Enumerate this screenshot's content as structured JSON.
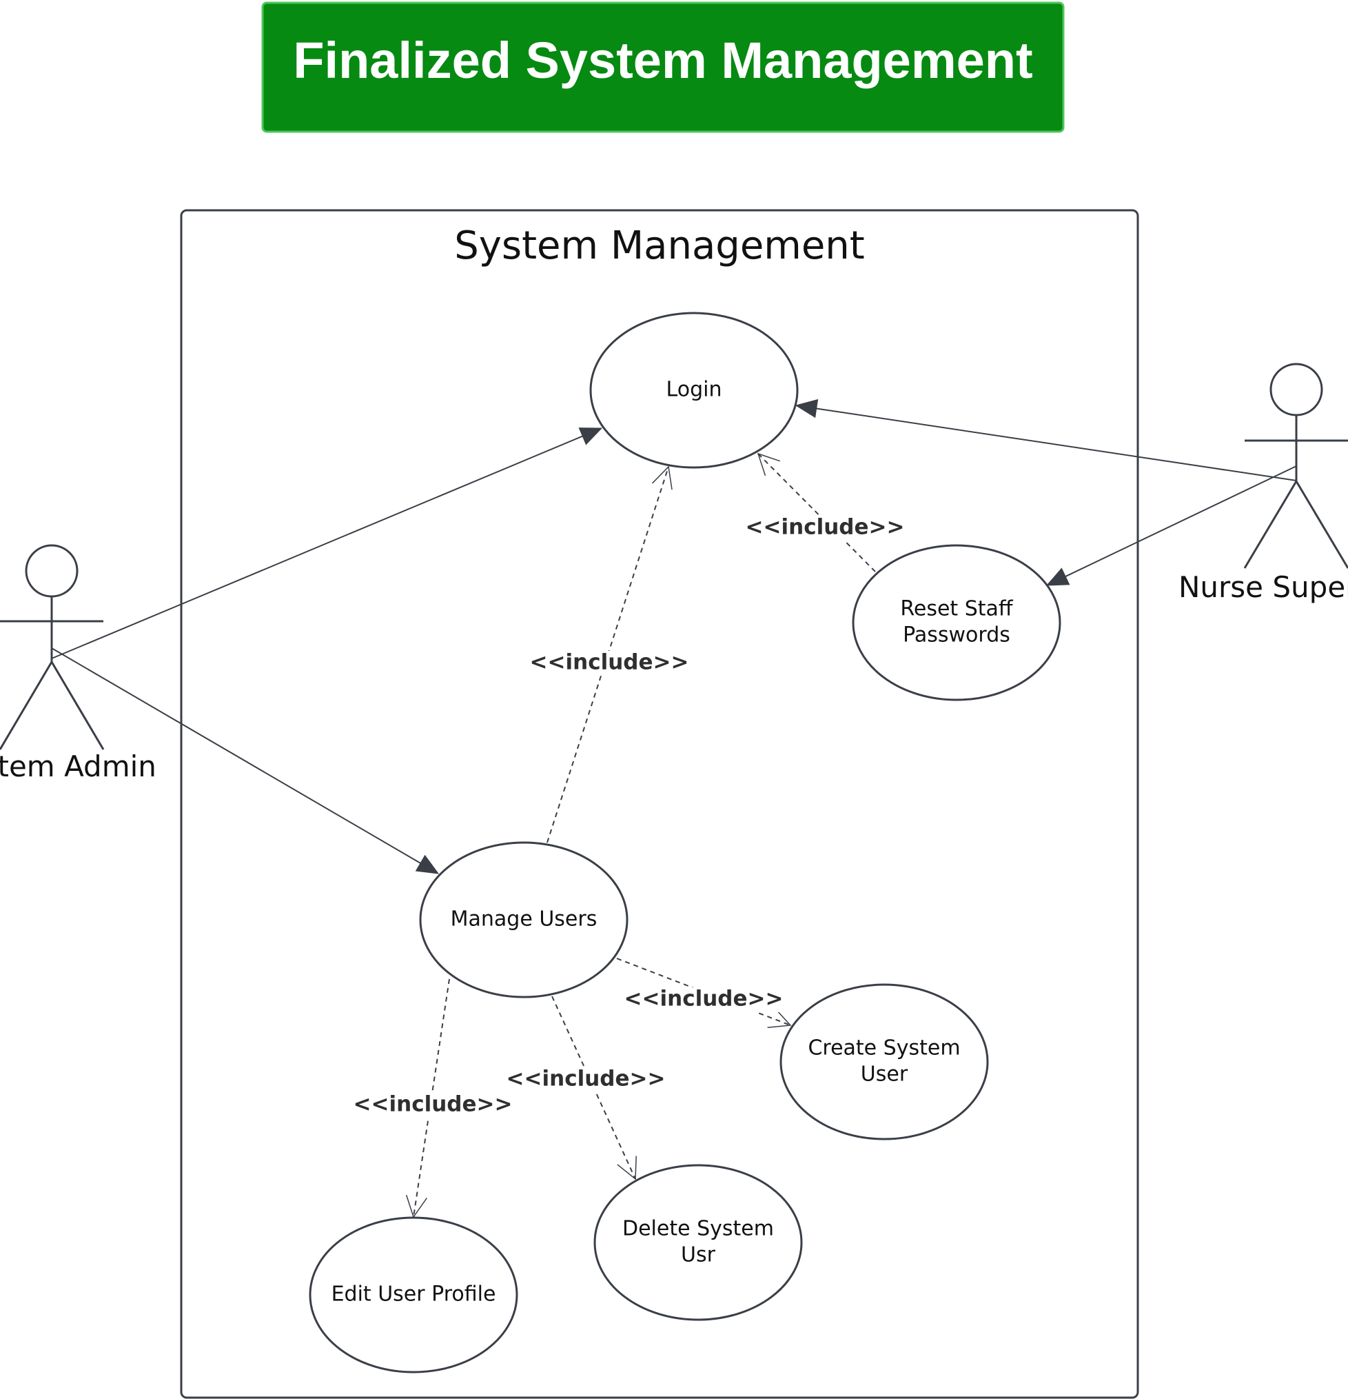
{
  "title": "Finalized System Management",
  "boundary": {
    "label": "System Management"
  },
  "actors": [
    {
      "id": "system-admin",
      "label": "System Admin"
    },
    {
      "id": "nurse-supervisor",
      "label": "Nurse Supervisor"
    }
  ],
  "use_cases": [
    {
      "id": "login",
      "lines": [
        "Login"
      ]
    },
    {
      "id": "reset-staff-passwords",
      "lines": [
        "Reset Staff",
        "Passwords"
      ]
    },
    {
      "id": "manage-users",
      "lines": [
        "Manage Users"
      ]
    },
    {
      "id": "create-system-user",
      "lines": [
        "Create System",
        "User"
      ]
    },
    {
      "id": "delete-system-user",
      "lines": [
        "Delete System",
        "Usr"
      ]
    },
    {
      "id": "edit-user-profile",
      "lines": [
        "Edit User Profile"
      ]
    }
  ],
  "associations": [
    {
      "from": "system-admin",
      "to": "login"
    },
    {
      "from": "system-admin",
      "to": "manage-users"
    },
    {
      "from": "nurse-supervisor",
      "to": "login"
    },
    {
      "from": "nurse-supervisor",
      "to": "reset-staff-passwords"
    }
  ],
  "includes": [
    {
      "from": "manage-users",
      "to": "login",
      "label": "<<include>>"
    },
    {
      "from": "reset-staff-passwords",
      "to": "login",
      "label": "<<include>>"
    },
    {
      "from": "manage-users",
      "to": "create-system-user",
      "label": "<<include>>"
    },
    {
      "from": "manage-users",
      "to": "delete-system-user",
      "label": "<<include>>"
    },
    {
      "from": "manage-users",
      "to": "edit-user-profile",
      "label": "<<include>>"
    }
  ],
  "colors": {
    "title_bg": "#068a12",
    "title_border": "#4cc75a",
    "line": "#3a3f47",
    "text": "#111111"
  }
}
